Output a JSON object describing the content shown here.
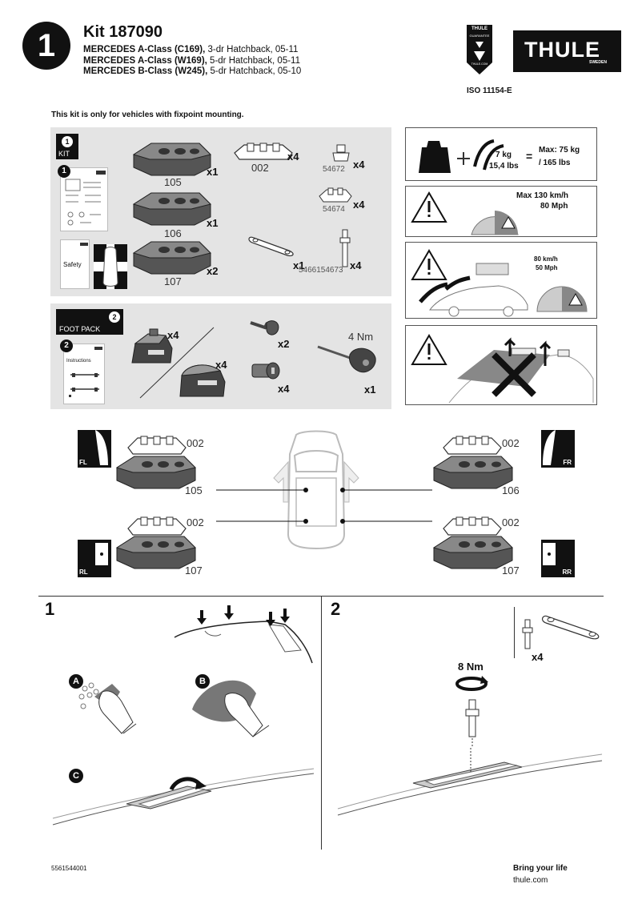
{
  "header": {
    "step_number": "1",
    "kit_title": "Kit 187090",
    "vehicles": [
      {
        "model": "MERCEDES A-Class (C169),",
        "detail": " 3-dr Hatchback, 05-11"
      },
      {
        "model": "MERCEDES A-Class (W169),",
        "detail": " 5-dr Hatchback, 05-11"
      },
      {
        "model": "MERCEDES B-Class (W245),",
        "detail": " 5-dr Hatchback, 05-10"
      }
    ],
    "guarantee_badge_top": "THULE",
    "guarantee_badge_mid": "GUARANTEE",
    "guarantee_badge_url": "THULE.COM",
    "logo_text": "THULE",
    "logo_sub": "SWEDEN",
    "iso": "ISO 11154-E"
  },
  "notice": "This kit is only for vehicles with fixpoint mounting.",
  "kit_section": {
    "kit_label": "KIT",
    "kit_num": "1",
    "manual_badge": "1",
    "safety_label": "Safety",
    "parts": [
      {
        "num": "105",
        "qty": "x1"
      },
      {
        "num": "106",
        "qty": "x1"
      },
      {
        "num": "107",
        "qty": "x2"
      },
      {
        "num": "002",
        "qty": "x4"
      },
      {
        "num": "54672",
        "qty": "x4"
      },
      {
        "num": "54674",
        "qty": "x4"
      },
      {
        "num": "",
        "qty": "x1"
      },
      {
        "num": "5466154673",
        "qty": "x4"
      }
    ]
  },
  "foot_section": {
    "label": "FOOT PACK",
    "num": "2",
    "manual_badge": "2",
    "manual_title": "Instructions",
    "parts": [
      {
        "qty": "x4"
      },
      {
        "qty": "x4"
      },
      {
        "qty": "x2"
      },
      {
        "qty": "x4"
      },
      {
        "label": "4 Nm",
        "qty": "x1"
      }
    ]
  },
  "warnings": {
    "load_kg": "7 kg",
    "load_lbs": "15,4 lbs",
    "max_load_kg": "Max: 75 kg",
    "max_load_lbs": "/ 165 lbs",
    "speed_max_kmh": "Max  130 km/h",
    "speed_max_mph": "80 Mph",
    "speed_load_kmh": "80 km/h",
    "speed_load_mph": "50 Mph"
  },
  "positions": {
    "fl": "FL",
    "fr": "FR",
    "rl": "RL",
    "rr": "RR",
    "fl_top": "002",
    "fl_bottom": "105",
    "fr_top": "002",
    "fr_bottom": "106",
    "rl_top": "002",
    "rl_bottom": "107",
    "rr_top": "002",
    "rr_bottom": "107"
  },
  "step1": {
    "num": "1",
    "sub_a": "A",
    "sub_b": "B",
    "sub_c": "C"
  },
  "step2": {
    "num": "2",
    "qty": "x4",
    "torque": "8 Nm"
  },
  "footer": {
    "doc_number": "5561544001",
    "tagline": "Bring your life",
    "url": "thule.com"
  }
}
